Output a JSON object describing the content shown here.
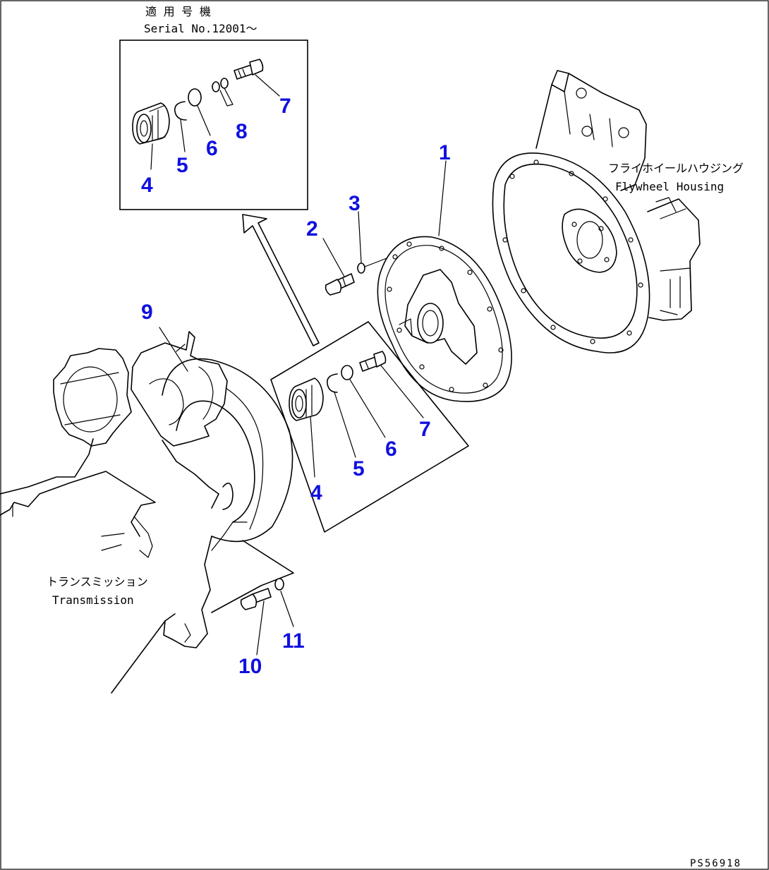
{
  "diagram": {
    "inset_title_jp": "適 用 号 機",
    "inset_serial": "Serial No.12001〜",
    "label_flywheel_jp": "フライホイールハウジング",
    "label_flywheel_en": "Flywheel Housing",
    "label_transmission_jp": "トランスミッション",
    "label_transmission_en": "Transmission",
    "drawing_number": "PS56918",
    "callout_color": "#1010e0",
    "callouts": {
      "c1": "1",
      "c2": "2",
      "c3": "3",
      "c4_main": "4",
      "c5_main": "5",
      "c6_main": "6",
      "c7_main": "7",
      "c4_inset": "4",
      "c5_inset": "5",
      "c6_inset": "6",
      "c7_inset": "7",
      "c8_inset": "8",
      "c9": "9",
      "c10": "10",
      "c11": "11"
    }
  }
}
